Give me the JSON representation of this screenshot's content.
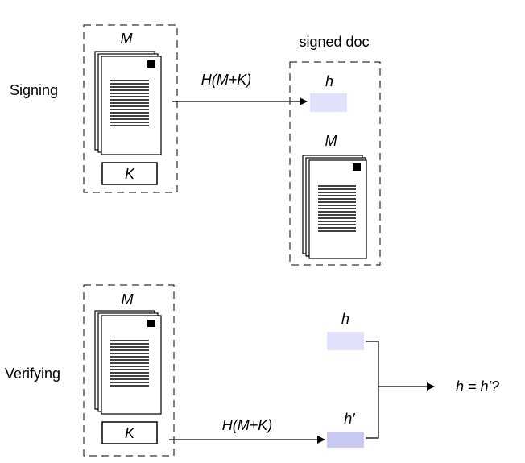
{
  "signing": {
    "row_label": "Signing",
    "message_label": "M",
    "key_label": "K",
    "arrow_label": "H(M+K)"
  },
  "signed_doc": {
    "title": "signed doc",
    "hash_label": "h",
    "message_label": "M"
  },
  "verifying": {
    "row_label": "Verifying",
    "message_label": "M",
    "key_label": "K",
    "arrow_label": "H(M+K)",
    "received_hash_label": "h",
    "computed_hash_label": "h′",
    "comparison_label": "h = h′?"
  },
  "colors": {
    "hash_box": "#e1e1fb",
    "hash_box_computed": "#c9c9f2",
    "stroke": "#000000"
  }
}
